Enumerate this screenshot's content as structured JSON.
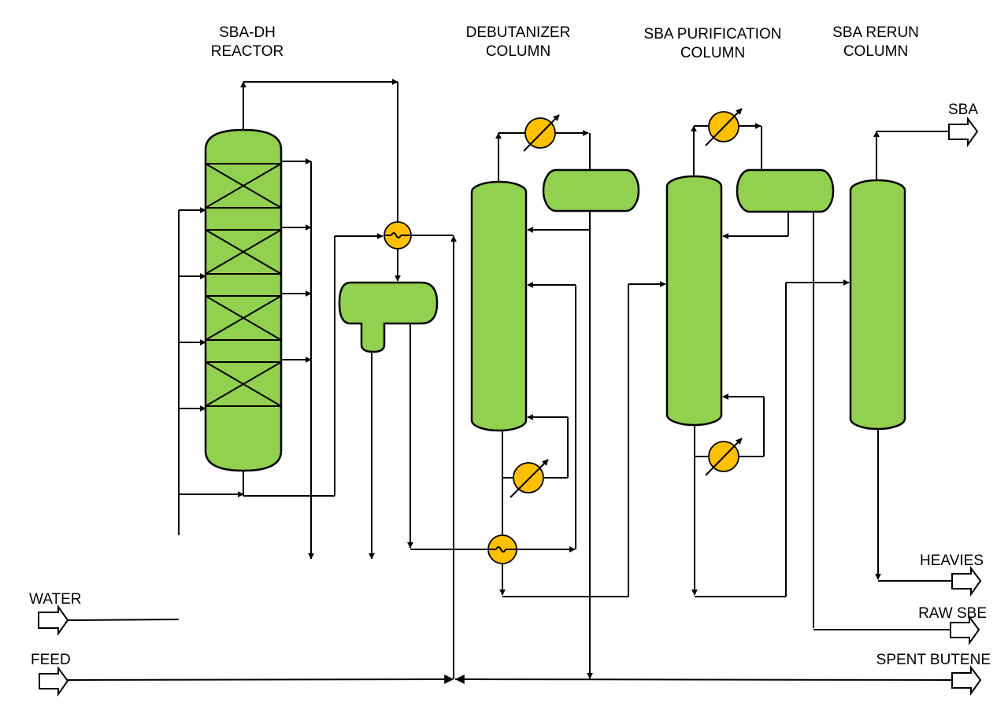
{
  "labels": {
    "reactor_line1": "SBA-DH",
    "reactor_line2": "REACTOR",
    "debutanizer_line1": "DEBUTANIZER",
    "debutanizer_line2": "COLUMN",
    "purification_line1": "SBA PURIFICATION",
    "purification_line2": "COLUMN",
    "rerun_line1": "SBA RERUN",
    "rerun_line2": "COLUMN"
  },
  "streams": {
    "water": "WATER",
    "feed": "FEED",
    "sba": "SBA",
    "heavies": "HEAVIES",
    "raw_sbe": "RAW SBE",
    "spent_butene": "SPENT BUTENE"
  },
  "colors": {
    "vessel": "#92d050",
    "exchanger": "#ffc000",
    "line": "#000000"
  }
}
